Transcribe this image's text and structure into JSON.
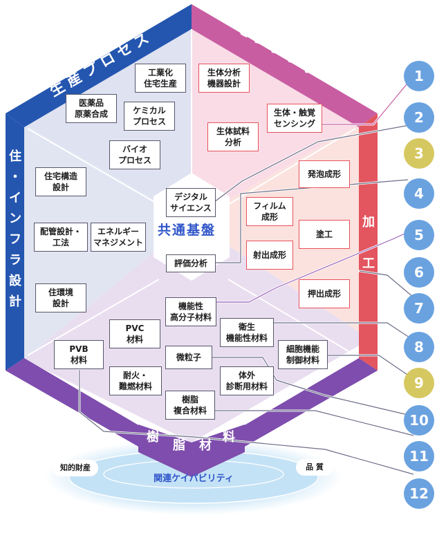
{
  "colors": {
    "blue": "#2456b0",
    "pink": "#c85da2",
    "red": "#e3555f",
    "purple": "#7e4dad",
    "badge_blue": "#6aa2e0",
    "badge_yellow": "#d6c860",
    "center_text": "#2f55c9",
    "oval": "#bfe0f5"
  },
  "center_title": "共通基盤",
  "sections": {
    "top_left": "生産プロセス",
    "top_right": "センシング",
    "left": [
      "住",
      "・",
      "イ",
      "ン",
      "フ",
      "ラ",
      "設",
      "計"
    ],
    "right": [
      "加",
      "工"
    ],
    "bottom": [
      "樹",
      "脂",
      "材",
      "料"
    ]
  },
  "boxes": {
    "kogyoka": [
      "工業化",
      "住宅生産"
    ],
    "iyakuhin": [
      "医薬品",
      "原薬合成"
    ],
    "chemical": [
      "ケミカル",
      "プロセス"
    ],
    "bio": [
      "バイオ",
      "プロセス"
    ],
    "seitai_bunseki": [
      "生体分析",
      "機器設計"
    ],
    "seitai_shokkaku": [
      "生体・触覚",
      "センシング"
    ],
    "seitai_shiryo": [
      "生体試料",
      "分析"
    ],
    "jutaku_kozo": [
      "住宅構造",
      "設計"
    ],
    "haikan": [
      "配管設計・",
      "工法"
    ],
    "energy": [
      "エネルギー",
      "マネジメント"
    ],
    "jukankyo": [
      "住環境",
      "設計"
    ],
    "digital": [
      "デジタル",
      "サイエンス"
    ],
    "hyoka": [
      "評価分析"
    ],
    "happo": [
      "発泡成形"
    ],
    "film": [
      "フィルム",
      "成形"
    ],
    "toko": [
      "塗工"
    ],
    "shashutsu": [
      "射出成形"
    ],
    "oshidashi": [
      "押出成形"
    ],
    "kinosei": [
      "機能性",
      "高分子材料"
    ],
    "pvc": [
      "PVC",
      "材料"
    ],
    "eisei": [
      "衛生",
      "機能性材料"
    ],
    "saibo": [
      "細胞機能",
      "制御材料"
    ],
    "pvb": [
      "PVB",
      "材料"
    ],
    "biryushi": [
      "微粒子"
    ],
    "taika": [
      "耐火・",
      "難燃材料"
    ],
    "taigai": [
      "体外",
      "診断用材料"
    ],
    "jushi_fukugo": [
      "樹脂",
      "複合材料"
    ]
  },
  "capabilities": {
    "title": "関連ケイパビリティ",
    "left": "知的財産",
    "right": "品 質"
  },
  "badges": [
    "1",
    "2",
    "3",
    "4",
    "5",
    "6",
    "7",
    "8",
    "9",
    "10",
    "11",
    "12"
  ],
  "badge_colors": [
    "blue",
    "blue",
    "yellow",
    "blue",
    "blue",
    "blue",
    "blue",
    "blue",
    "yellow",
    "blue",
    "blue",
    "blue"
  ]
}
